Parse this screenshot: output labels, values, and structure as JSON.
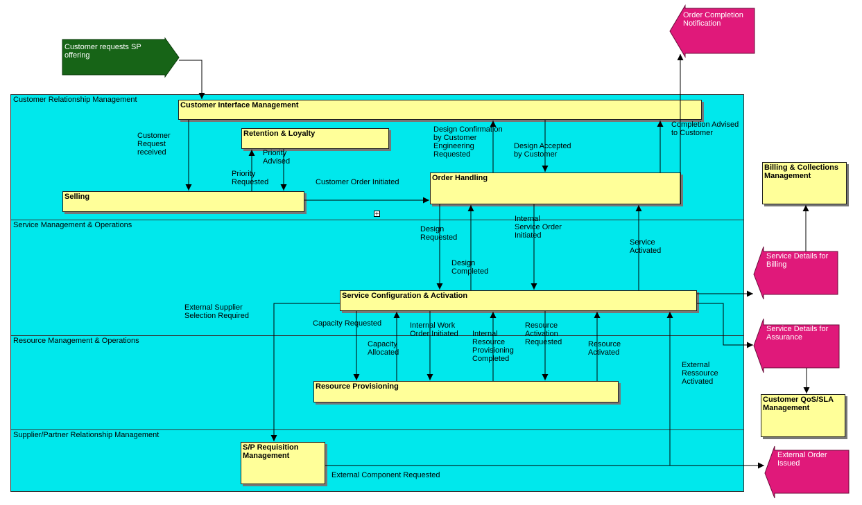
{
  "lanes": {
    "crm": "Customer Relationship Management",
    "smo": "Service Management & Operations",
    "rmo": "Resource Management & Operations",
    "sprm": "Supplier/Partner Relationship Management"
  },
  "processes": {
    "cim": "Customer Interface Management",
    "retention": "Retention & Loyalty",
    "selling": "Selling",
    "order_handling": "Order Handling",
    "scna": "Service Configuration & Activation",
    "resource_prov": "Resource Provisioning",
    "sp_requisition": "S/P Requisition Management",
    "billing": "Billing & Collections Management",
    "qos": "Customer QoS/SLA Management"
  },
  "events": {
    "start": "Customer requests SP offering",
    "order_completion": "Order Completion Notification",
    "service_billing": "Service Details for Billing",
    "service_assurance": "Service Details for Assurance",
    "external_order": "External Order Issued"
  },
  "flows": {
    "customer_request": "Customer Request received",
    "priority_requested": "Priority Requested",
    "priority_advised": "Priority Advised",
    "customer_order_initiated": "Customer Order Initiated",
    "design_confirmation": "Design Confirmation by Customer Engineering Requested",
    "design_accepted": "Design Accepted by Customer",
    "completion_advised": "Completion Advised to Customer",
    "design_requested": "Design Requested",
    "design_completed": "Design Completed",
    "internal_service_order": "Internal Service Order Initiated",
    "service_activated": "Service Activated",
    "external_supplier": "External Supplier Selection Required",
    "capacity_requested": "Capacity Requested",
    "capacity_allocated": "Capacity Allocated",
    "internal_work_order": "Internal Work Order Initiated",
    "internal_resource_prov": "Internal Resource Provisioning Completed",
    "resource_activation_requested": "Resource Activation Requested",
    "resource_activated": "Resource Activated",
    "external_resource_activated": "External Ressource Activated",
    "external_component_requested": "External Component Requested"
  },
  "colors": {
    "lane_fill": "#00e8ec",
    "process_fill": "#ffff99",
    "start_event": "#176417",
    "end_event": "#e0197a"
  }
}
